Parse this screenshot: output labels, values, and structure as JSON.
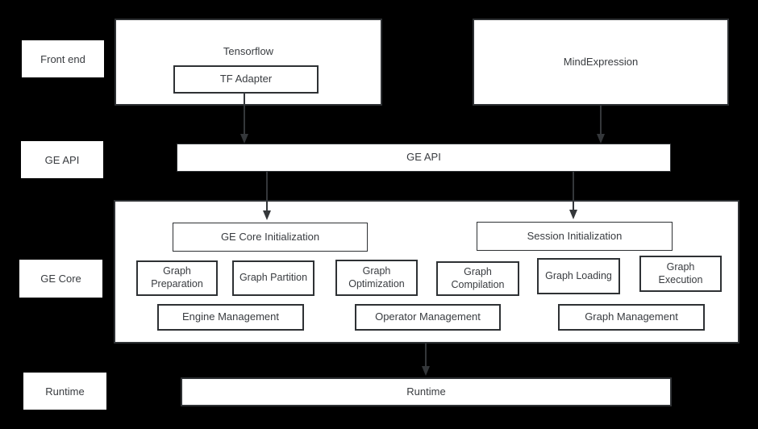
{
  "colors": {
    "background": "#000000",
    "box_fill": "#ffffff",
    "border": "#2e3134",
    "text": "#393c40",
    "arrow": "#34373a"
  },
  "side_labels": [
    {
      "label": "Front end"
    },
    {
      "label": "GE API"
    },
    {
      "label": "GE Core"
    },
    {
      "label": "Runtime"
    }
  ],
  "frontend": {
    "tensorflow_title": "Tensorflow",
    "tf_adapter_label": "TF Adapter",
    "mindexpression_label": "MindExpression"
  },
  "ge_api": {
    "label": "GE API"
  },
  "ge_core": {
    "init_boxes": [
      {
        "label": "GE Core Initialization"
      },
      {
        "label": "Session Initialization"
      }
    ],
    "stages": [
      {
        "label": "Graph Preparation"
      },
      {
        "label": "Graph Partition"
      },
      {
        "label": "Graph Optimization"
      },
      {
        "label": "Graph Compilation"
      },
      {
        "label": "Graph Loading"
      },
      {
        "label": "Graph Execution"
      }
    ],
    "management": [
      {
        "label": "Engine Management"
      },
      {
        "label": "Operator Management"
      },
      {
        "label": "Graph Management"
      }
    ]
  },
  "runtime": {
    "label": "Runtime"
  },
  "arrows": [
    {
      "name": "tf-adapter-to-ge-api"
    },
    {
      "name": "mindexpression-to-ge-api"
    },
    {
      "name": "ge-api-to-ge-core-initialization"
    },
    {
      "name": "ge-api-to-session-initialization"
    },
    {
      "name": "ge-core-to-runtime"
    }
  ]
}
